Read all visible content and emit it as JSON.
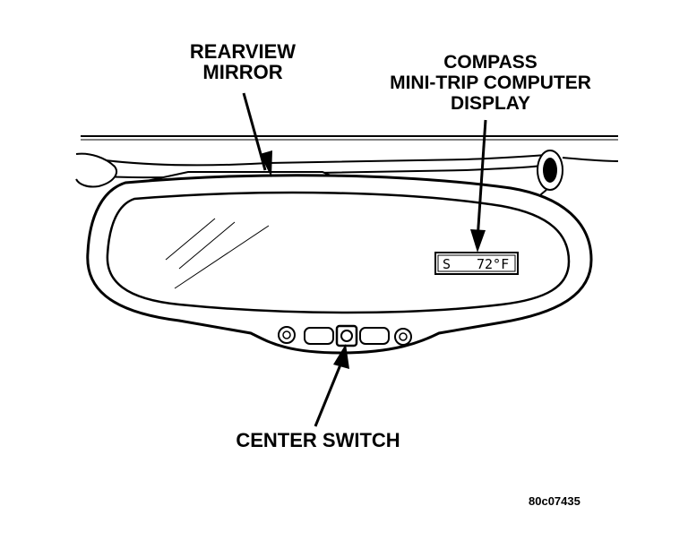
{
  "labels": {
    "rearview_mirror": [
      "REARVIEW",
      "MIRROR"
    ],
    "compass_display": [
      "COMPASS",
      "MINI-TRIP COMPUTER",
      "DISPLAY"
    ],
    "center_switch": "CENTER SWITCH",
    "figure_code": "80c07435"
  },
  "display": {
    "heading": "S",
    "temperature": "72°F"
  }
}
